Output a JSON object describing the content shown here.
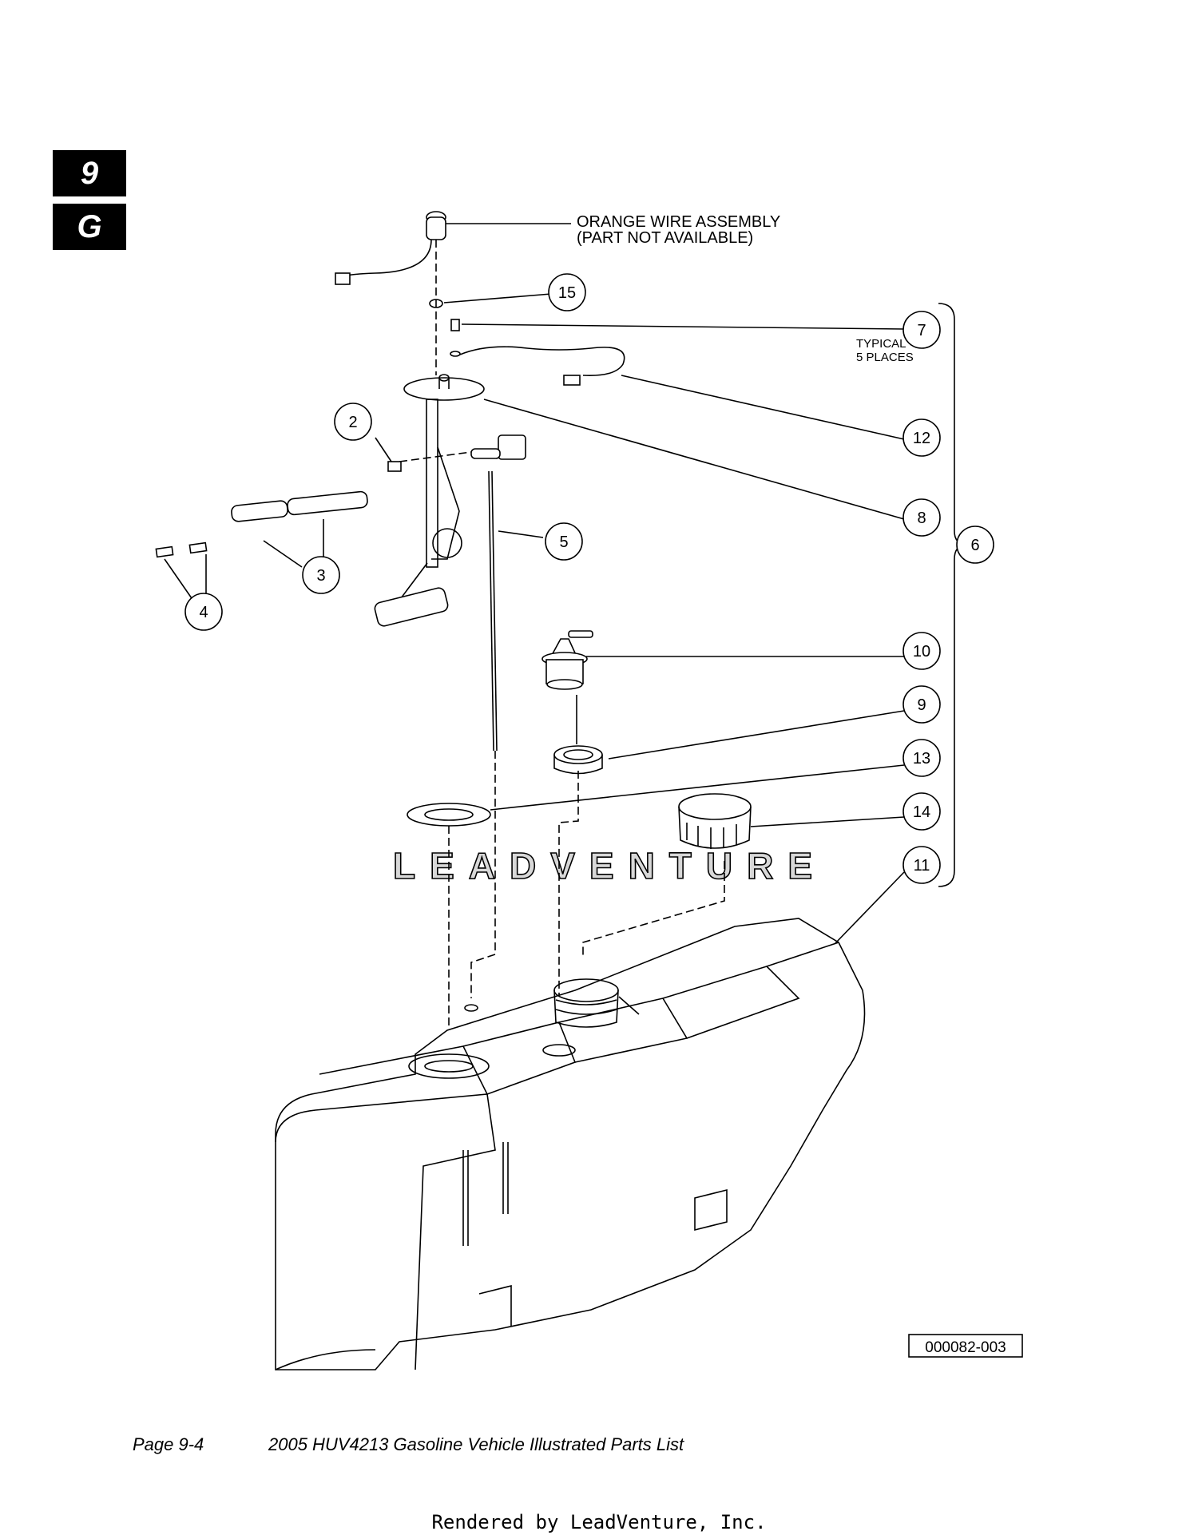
{
  "section_tabs": {
    "chapter": "9",
    "section": "G"
  },
  "annotations": {
    "orange_wire_line1": "ORANGE WIRE ASSEMBLY",
    "orange_wire_line2": "(PART NOT AVAILABLE)",
    "typical_line1": "TYPICAL",
    "typical_line2": "5 PLACES"
  },
  "callouts": [
    {
      "id": "2",
      "label": "2"
    },
    {
      "id": "3",
      "label": "3"
    },
    {
      "id": "4",
      "label": "4"
    },
    {
      "id": "5",
      "label": "5"
    },
    {
      "id": "6",
      "label": "6"
    },
    {
      "id": "7",
      "label": "7"
    },
    {
      "id": "8",
      "label": "8"
    },
    {
      "id": "9",
      "label": "9"
    },
    {
      "id": "10",
      "label": "10"
    },
    {
      "id": "11",
      "label": "11"
    },
    {
      "id": "12",
      "label": "12"
    },
    {
      "id": "13",
      "label": "13"
    },
    {
      "id": "14",
      "label": "14"
    },
    {
      "id": "15",
      "label": "15"
    }
  ],
  "drawing_number": "000082-003",
  "watermark": "LEADVENTURE",
  "footer": {
    "page": "Page 9-4",
    "title": "2005 HUV4213 Gasoline Vehicle Illustrated Parts List"
  },
  "rendered_by": "Rendered by LeadVenture, Inc."
}
